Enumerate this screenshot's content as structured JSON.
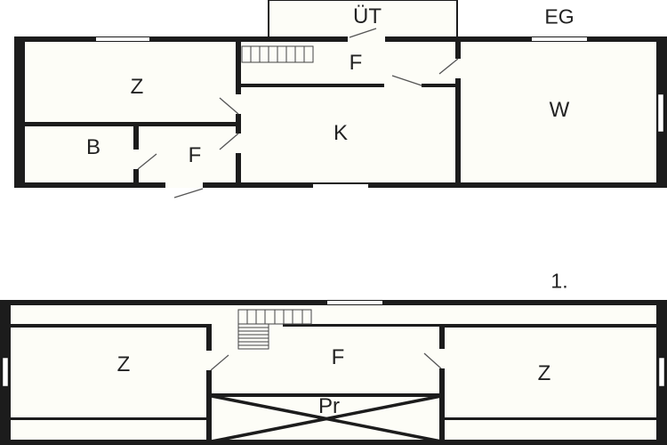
{
  "colors": {
    "wall": "#1c1c1c",
    "room_fill": "#fdfdf7",
    "background": "#ffffff",
    "opening": "#ffffff",
    "door_swing": "#444444"
  },
  "ground_floor": {
    "floor_label": "EG",
    "rooms": [
      {
        "id": "ut",
        "label": "ÜT"
      },
      {
        "id": "z",
        "label": "Z"
      },
      {
        "id": "f_top",
        "label": "F"
      },
      {
        "id": "w",
        "label": "W"
      },
      {
        "id": "k",
        "label": "K"
      },
      {
        "id": "b",
        "label": "B"
      },
      {
        "id": "f_bottom",
        "label": "F"
      }
    ]
  },
  "upper_floor": {
    "floor_label": "1.",
    "rooms": [
      {
        "id": "z_left",
        "label": "Z"
      },
      {
        "id": "f",
        "label": "F"
      },
      {
        "id": "z_right",
        "label": "Z"
      },
      {
        "id": "pr",
        "label": "Pr"
      }
    ]
  }
}
